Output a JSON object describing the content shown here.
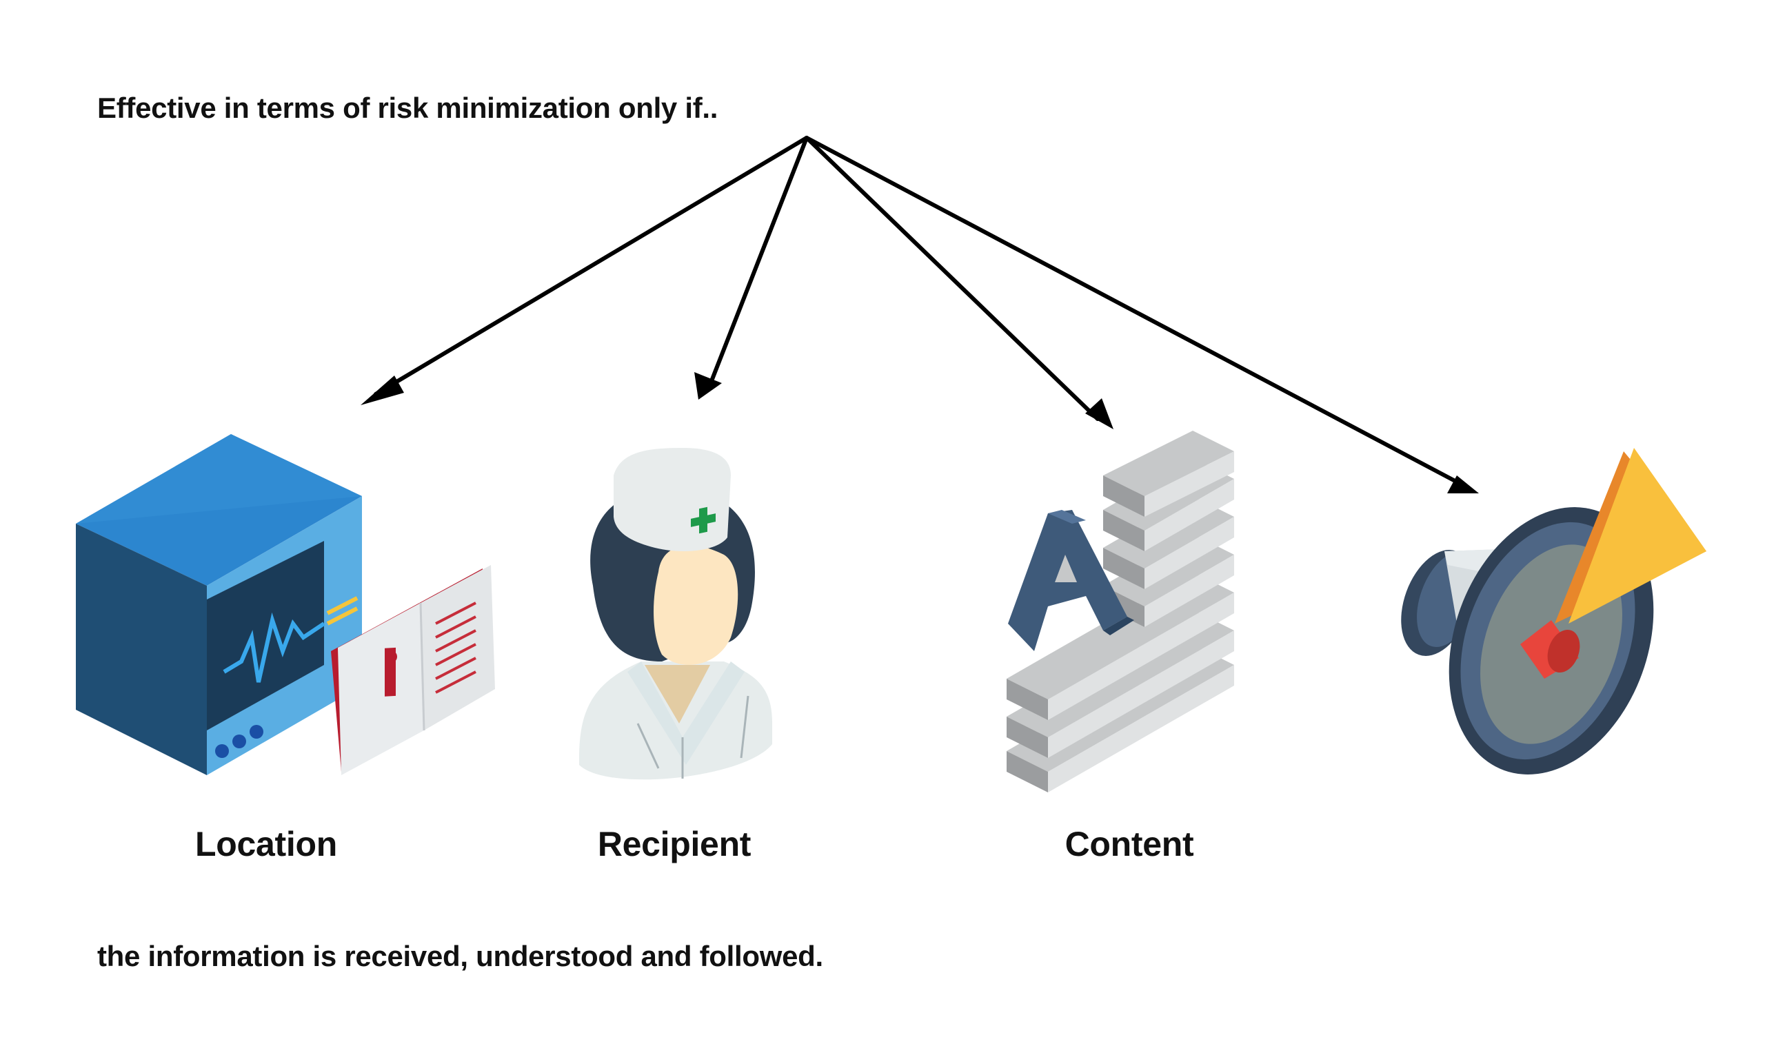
{
  "heading": "Effective in terms of risk minimization only if..",
  "footer": "the information is received, understood and followed.",
  "labels": {
    "location": "Location",
    "recipient": "Recipient",
    "content": "Content"
  },
  "icons": {
    "location": "medical-monitor-with-info-booklet-icon",
    "recipient": "nurse-icon",
    "content": "typography-text-block-icon",
    "channel": "megaphone-icon"
  },
  "colors": {
    "text": "#111111",
    "arrow": "#000000",
    "monitor_blue": "#2b7cc2",
    "booklet_red": "#b81c2e",
    "nurse_cross": "#1e9a4a",
    "megaphone_yellow": "#f9c03d"
  }
}
